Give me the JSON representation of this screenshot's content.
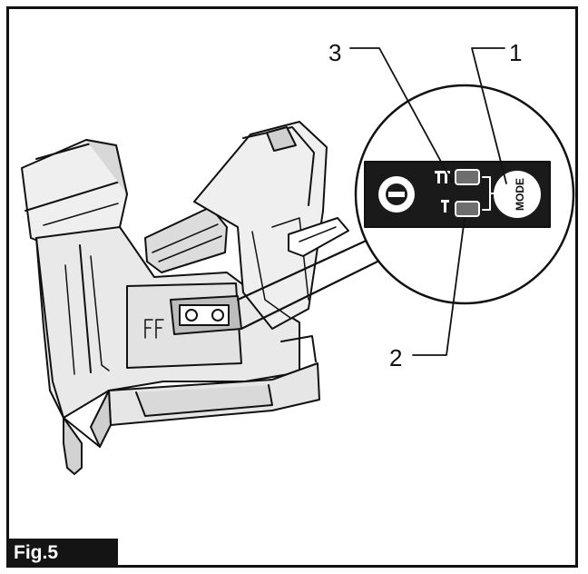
{
  "figure": {
    "label": "Fig.5"
  },
  "callouts": [
    "1",
    "2",
    "3"
  ],
  "panel": {
    "mode_label": "MODE"
  },
  "colors": {
    "ink": "#111111",
    "panel": "#1a1a1a",
    "led": "#6e6e6e",
    "fill_light": "#efefef",
    "fill_mid": "#d8d8d8",
    "fill_dark": "#9a9a9a"
  }
}
